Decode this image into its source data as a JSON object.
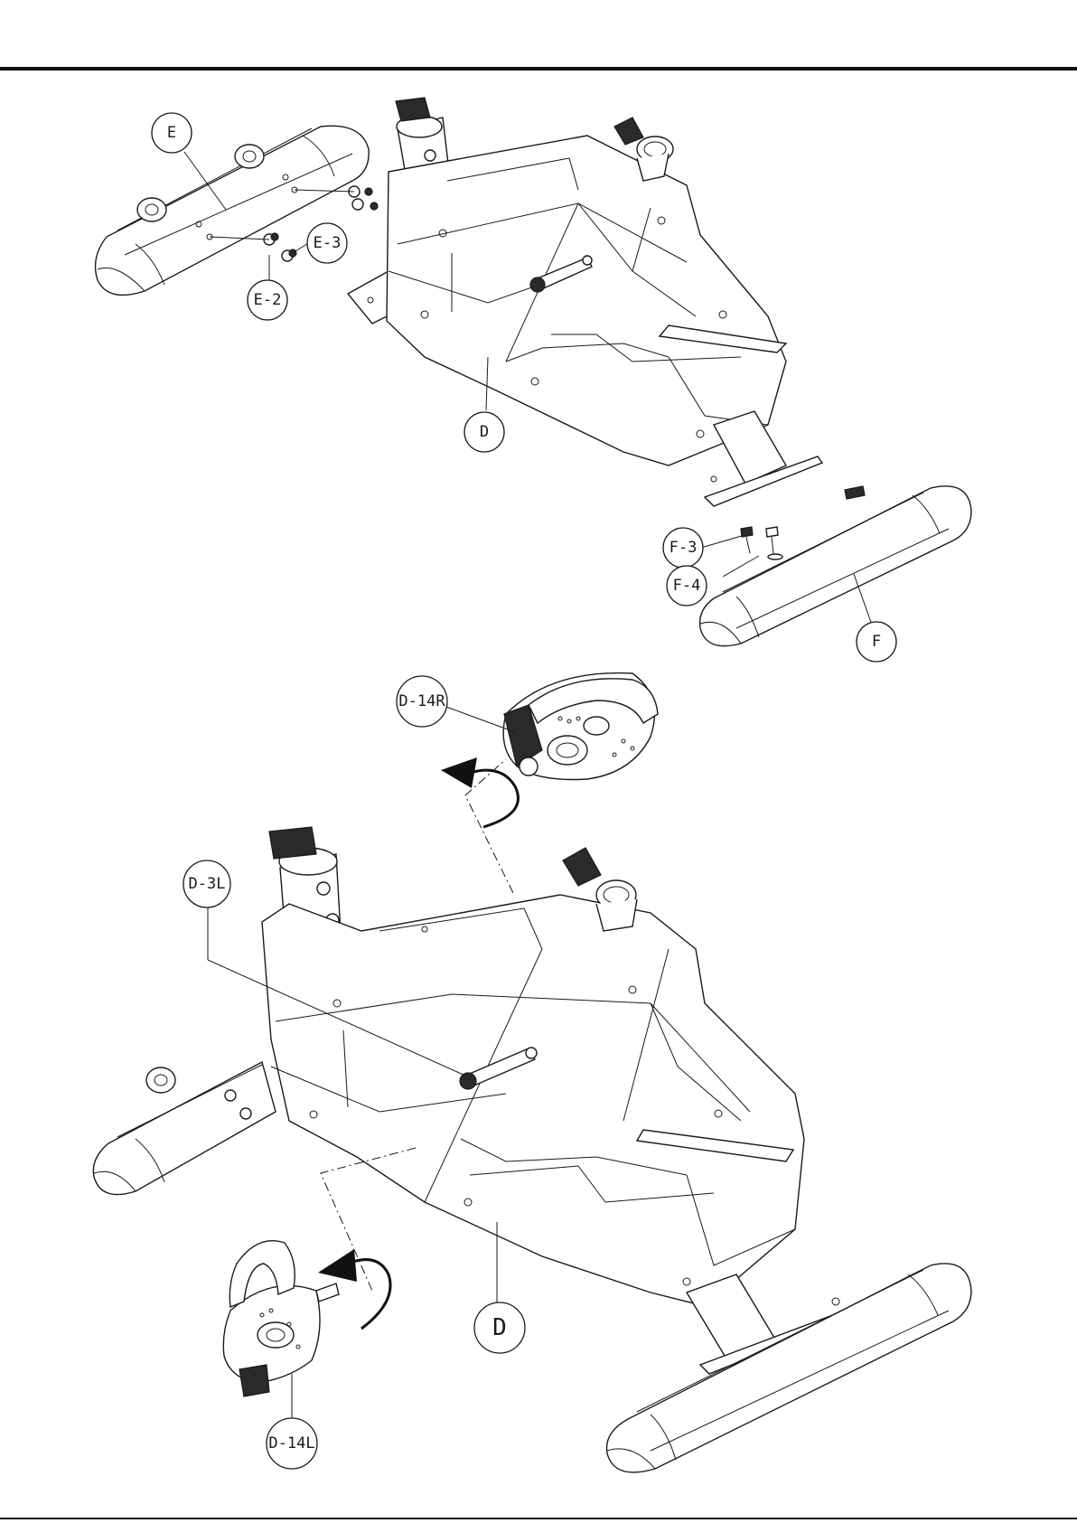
{
  "callouts": {
    "E": "E",
    "E2": "E-2",
    "E3": "E-3",
    "D_top": "D",
    "F": "F",
    "F3": "F-3",
    "F4": "F-4",
    "D14R": "D-14R",
    "D3L": "D-3L",
    "D_bottom": "D",
    "D14L": "D-14L"
  },
  "colors": {
    "line": "#1a1a1a",
    "background": "#ffffff",
    "arrow": "#111111"
  }
}
